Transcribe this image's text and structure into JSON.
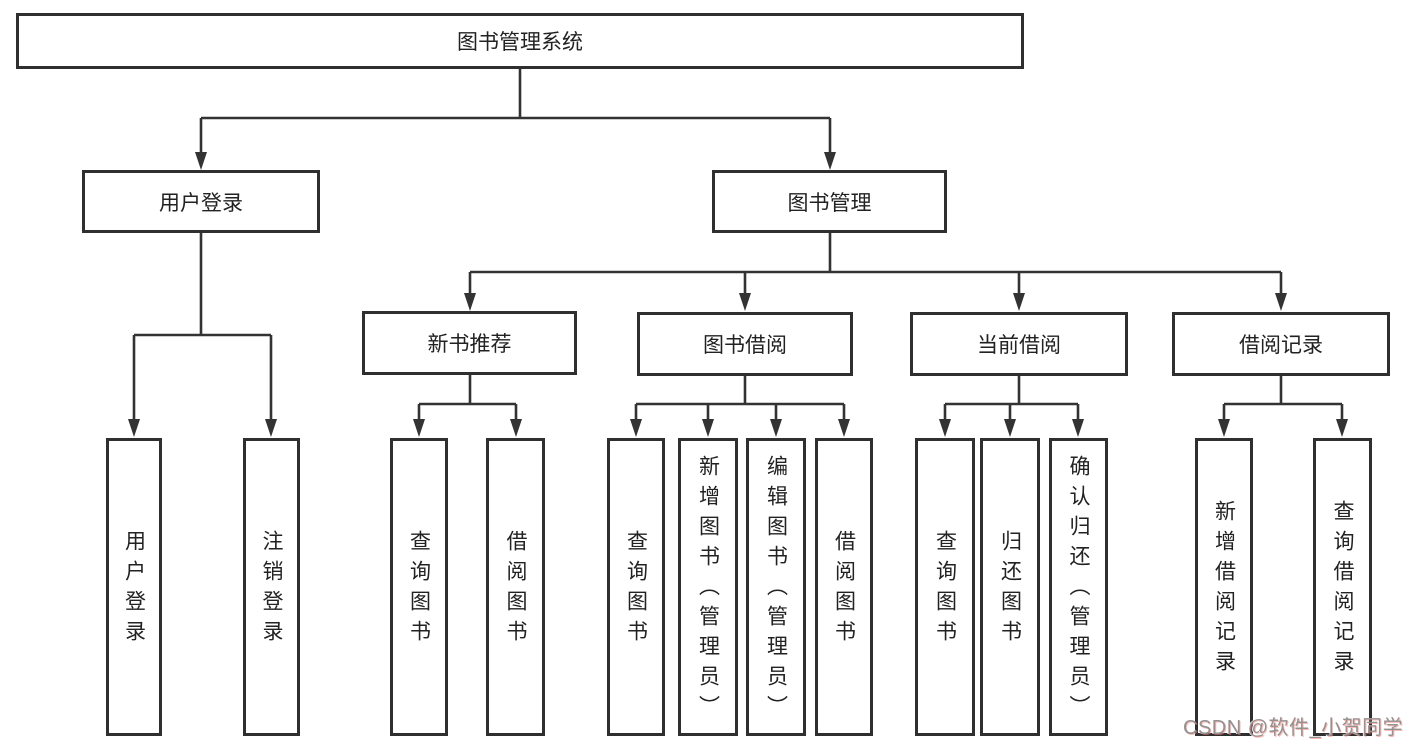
{
  "diagram": {
    "title": "图书管理系统",
    "type": "hierarchy-tree"
  },
  "tree": {
    "root": {
      "label": "图书管理系统"
    },
    "branches": [
      {
        "label": "用户登录",
        "children": [
          {
            "label": "用户登录"
          },
          {
            "label": "注销登录"
          }
        ]
      },
      {
        "label": "图书管理",
        "sections": [
          {
            "label": "新书推荐",
            "children": [
              {
                "label": "查询图书"
              },
              {
                "label": "借阅图书"
              }
            ]
          },
          {
            "label": "图书借阅",
            "children": [
              {
                "label": "查询图书"
              },
              {
                "label": "新增图书（管理员）"
              },
              {
                "label": "编辑图书（管理员）"
              },
              {
                "label": "借阅图书"
              }
            ]
          },
          {
            "label": "当前借阅",
            "children": [
              {
                "label": "查询图书"
              },
              {
                "label": "归还图书"
              },
              {
                "label": "确认归还（管理员）"
              }
            ]
          },
          {
            "label": "借阅记录",
            "children": [
              {
                "label": "新增借阅记录"
              },
              {
                "label": "查询借阅记录"
              }
            ]
          }
        ]
      }
    ]
  },
  "watermark": {
    "text": "CSDN @软件_小贺同学",
    "color": "#929292",
    "accent_color": "#fc5531"
  },
  "colors": {
    "background": "#ffffff",
    "box_border": "#2f2f2f",
    "connector_line": "#333333",
    "text": "#222222"
  }
}
